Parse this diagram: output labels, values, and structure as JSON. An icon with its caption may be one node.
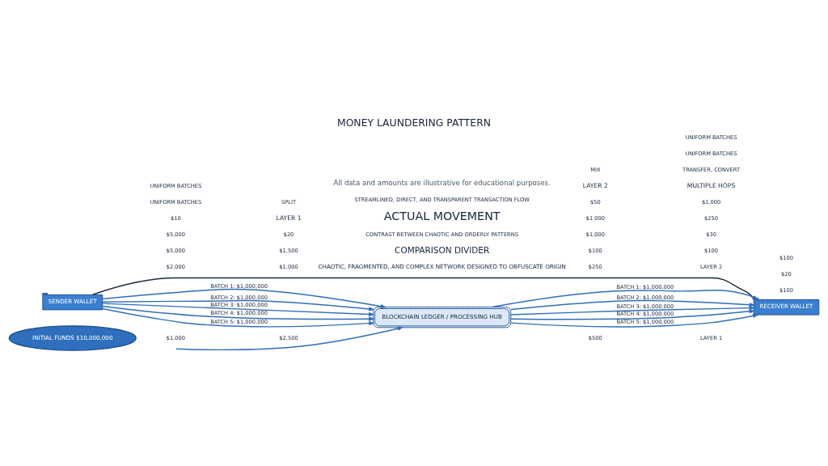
{
  "diagram": {
    "title": "MONEY LAUNDERING PATTERN",
    "caption": "All data and amounts are illustrative for educational purposes.",
    "nodes": [
      {
        "text": [
          "INITIAL FUNDS $10,000,000"
        ]
      },
      {
        "text": [
          "SENDER WALLET"
        ]
      },
      {
        "text": [
          "BLOCKCHAIN LEDGER / PROCESSING HUB"
        ]
      },
      {
        "text": [
          "RECEIVER WALLET"
        ]
      }
    ],
    "edges": [
      {
        "from": 1,
        "to": 2,
        "arrow": "to",
        "label": "BATCH 1: $1,000,000"
      },
      {
        "from": 1,
        "to": 2,
        "arrow": "to",
        "label": "BATCH 2: $1,000,000"
      },
      {
        "from": 1,
        "to": 2,
        "arrow": "to",
        "label": "BATCH 3: $1,000,000"
      },
      {
        "from": 1,
        "to": 2,
        "arrow": "to",
        "label": "BATCH 4: $1,000,000"
      },
      {
        "from": 1,
        "to": 2,
        "arrow": "to",
        "label": "BATCH 5: $1,000,000"
      },
      {
        "from": 2,
        "to": 3,
        "arrow": "to",
        "label": "BATCH 1: $1,000,000"
      },
      {
        "from": 2,
        "to": 3,
        "arrow": "to",
        "label": "BATCH 2: $1,000,000"
      },
      {
        "from": 2,
        "to": 3,
        "arrow": "to",
        "label": "BATCH 3: $1,000,000"
      },
      {
        "from": 2,
        "to": 3,
        "arrow": "to",
        "label": "BATCH 4: $1,000,000"
      },
      {
        "from": 2,
        "to": 3,
        "arrow": "to",
        "label": "BATCH 5: $1,000,000"
      },
      {
        "from": null,
        "to": 2,
        "arrow": "to"
      },
      {
        "from": 1,
        "to": 3,
        "arrow": "to",
        "color": "#1b2a41"
      }
    ],
    "labels": [
      "CHAOTIC, FRAGMENTED, AND COMPLEX NETWORK DESIGNED TO OBFUSCATE ORIGIN",
      "LAYER 1",
      "LAYER 2",
      "$1,000",
      "$2,000",
      "$5,000",
      "$2,500",
      "$1,000",
      "$500",
      "$250",
      "$100",
      "$100",
      "$30",
      "$100",
      "$20",
      "$5,000",
      "$1,500",
      "$1,000",
      "$1,000",
      "$100",
      "$10",
      "$20",
      "$50",
      "$250",
      "$1,000",
      "LAYER 1",
      "SPLIT",
      "LAYER 2",
      "MIX",
      "MULTIPLE HOPS",
      "TRANSFER, CONVERT",
      "COMPARISON DIVIDER",
      "CONTRAST BETWEEN CHAOTIC AND ORDERLY PATTERNS",
      "UNIFORM BATCHES",
      "UNIFORM BATCHES",
      "UNIFORM BATCHES",
      "UNIFORM BATCHES",
      "ACTUAL MOVEMENT",
      "STREAMLINED, DIRECT, AND TRANSPARENT TRANSACTION FLOW"
    ]
  }
}
